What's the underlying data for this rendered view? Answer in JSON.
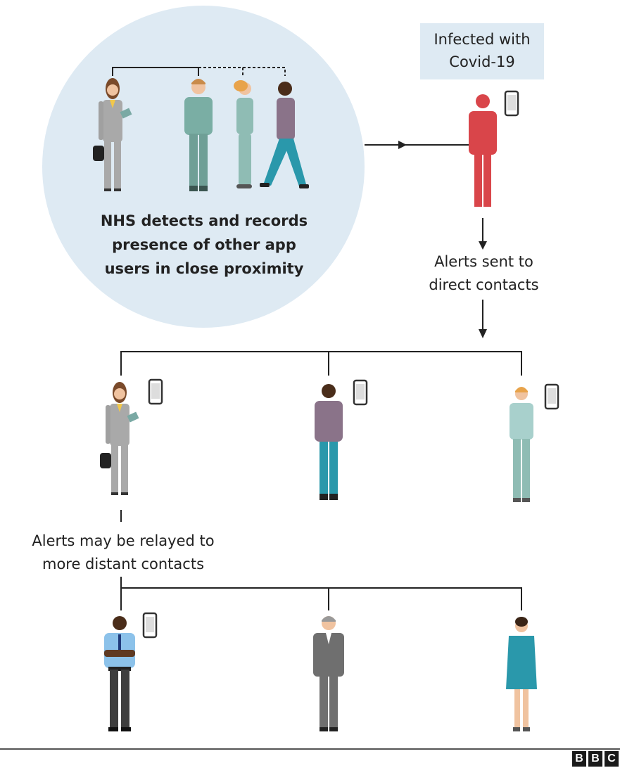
{
  "circle_caption": [
    "NHS detects and records",
    "presence of other app",
    "users in close proximity"
  ],
  "infected_box": [
    "Infected with",
    "Covid-19"
  ],
  "alerts_direct": [
    "Alerts sent to",
    "direct contacts"
  ],
  "alerts_relayed": [
    "Alerts may be relayed to",
    "more distant contacts"
  ],
  "logo": [
    "B",
    "B",
    "C"
  ],
  "colors": {
    "circle_bg": "#deeaf3",
    "infected": "#d9454a",
    "line": "#222222"
  }
}
